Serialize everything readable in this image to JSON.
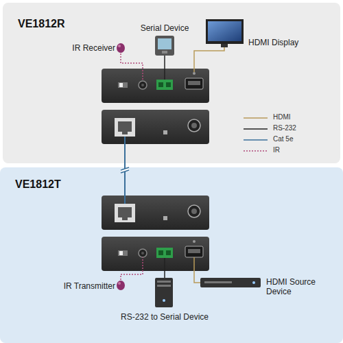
{
  "diagram": {
    "nodes": [
      {
        "text": [
          "VE1812R"
        ]
      },
      {
        "text": [
          "VE1812T"
        ]
      }
    ],
    "labels": [
      "IR Receiver",
      "Serial Device",
      "HDMI Display",
      "IR Transmitter",
      "RS-232 to Serial Device",
      "HDMI Source Device"
    ],
    "legend": [
      {
        "text": "HDMI"
      },
      {
        "text": "RS-232"
      },
      {
        "text": "Cat 5e"
      },
      {
        "text": "IR"
      }
    ]
  }
}
